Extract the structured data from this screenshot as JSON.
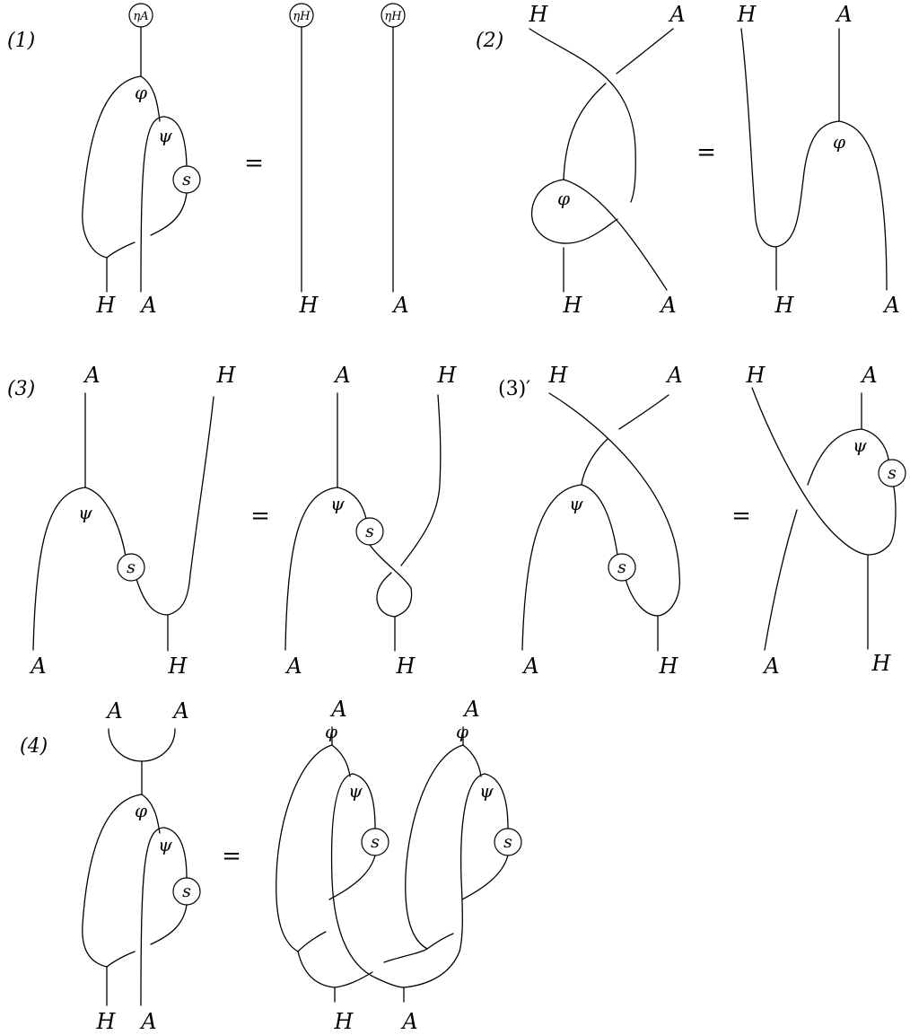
{
  "equations": [
    {
      "number": "(1)",
      "equals": "="
    },
    {
      "number": "(2)",
      "equals": "="
    },
    {
      "number": "(3)",
      "equals": "="
    },
    {
      "number": "(3)′",
      "equals": "="
    },
    {
      "number": "(4)",
      "equals": "="
    }
  ],
  "symbols": {
    "H": "H",
    "A": "A",
    "phi": "φ",
    "psi": "ψ",
    "antipode": "s",
    "eta_A": "ηA",
    "eta_H": "ηH"
  }
}
